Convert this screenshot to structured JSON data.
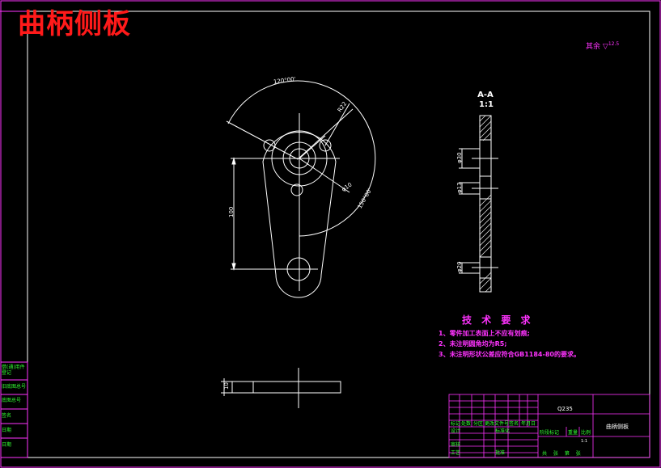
{
  "title": "曲柄侧板",
  "roughness": {
    "label": "其余",
    "value": "12.5"
  },
  "section_view": {
    "name": "A-A",
    "scale": "1:1"
  },
  "dimensions": {
    "angle_top": "120°00'",
    "angle_right": "150°00'",
    "r_small": "R22",
    "d_hole": "φ10",
    "len_100": "100",
    "d30": "φ30",
    "d13": "φ13",
    "d20": "φ20",
    "thick": "10"
  },
  "tech_requirements": {
    "title": "技 术 要 求",
    "items": [
      "1、零件加工表面上不应有划痕;",
      "2、未注明圆角均为R5;",
      "3、未注明形状公差应符合GB1184-80的要求。"
    ]
  },
  "side_panel": [
    "借(通)用件登记",
    "旧底图总号",
    "底图总号",
    "签名",
    "日期",
    "日期"
  ],
  "title_block": {
    "material": "Q235",
    "part_name": "曲柄侧板",
    "row_labels": [
      "标记",
      "处数",
      "分区",
      "更改文件号",
      "签名",
      "年月日"
    ],
    "design": "设计",
    "standardize": "标准化",
    "review": "审核",
    "process": "工艺",
    "approve": "批准",
    "stage": "阶段标记",
    "weight": "重量",
    "ratio": "比例",
    "ratio_value": "1:1",
    "sheets": "共 张 第 张"
  },
  "colors": {
    "background": "#000000",
    "lines": "#ffffff",
    "frame": "#ff33ff",
    "title": "#ff1a1a",
    "table_text": "#33ff33"
  }
}
